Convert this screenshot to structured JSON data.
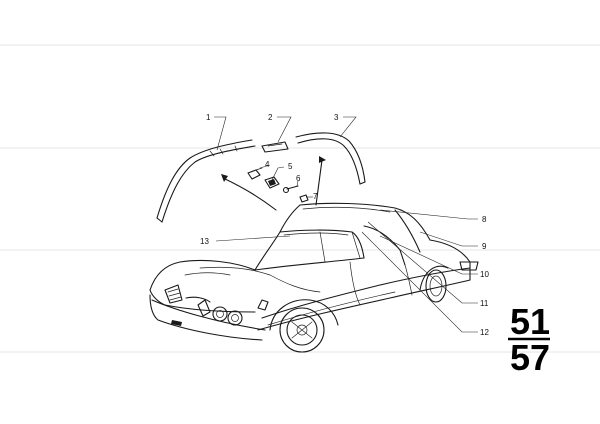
{
  "callouts": [
    {
      "id": "1",
      "label": "1"
    },
    {
      "id": "2",
      "label": "2"
    },
    {
      "id": "3",
      "label": "3"
    },
    {
      "id": "4",
      "label": "4"
    },
    {
      "id": "5",
      "label": "5"
    },
    {
      "id": "6",
      "label": "6"
    },
    {
      "id": "7",
      "label": "7"
    },
    {
      "id": "8",
      "label": "8"
    },
    {
      "id": "9",
      "label": "9"
    },
    {
      "id": "10",
      "label": "10"
    },
    {
      "id": "11",
      "label": "11"
    },
    {
      "id": "12",
      "label": "12"
    },
    {
      "id": "13",
      "label": "13"
    }
  ],
  "section": {
    "top": "51",
    "bottom": "57"
  }
}
